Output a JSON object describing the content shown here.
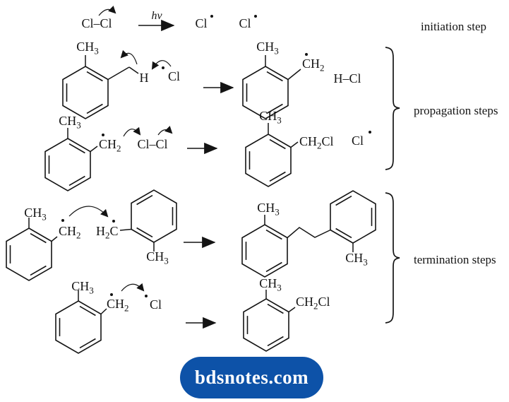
{
  "colors": {
    "ink": "#141414",
    "footer_bg": "#0d52a8",
    "footer_text": "#ffffff"
  },
  "tokens": {
    "cl2": "Cl–Cl",
    "hv": "hν",
    "cl": "Cl",
    "h": "H",
    "c": "C",
    "ch": "CH",
    "sub2": "2",
    "sub3": "3",
    "hcl": "H–Cl"
  },
  "labels": {
    "initiation": "initiation step",
    "propagation": "propagation steps",
    "termination": "termination steps"
  },
  "footer": {
    "text": "bdsnotes.com"
  }
}
